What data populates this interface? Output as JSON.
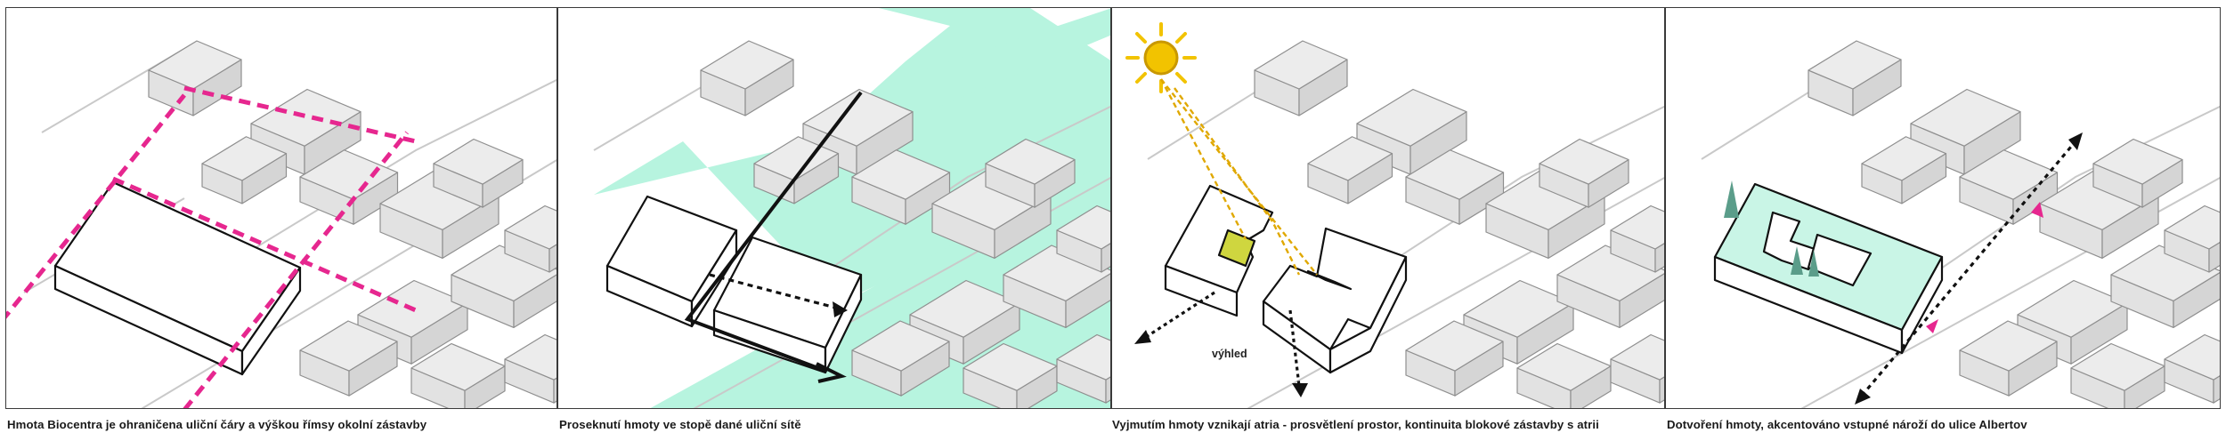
{
  "colors": {
    "context_fill": "#ececec",
    "context_stroke": "#8f8f8f",
    "street_line": "#c9c9c9",
    "green_zone": "#b7f4df",
    "magenta": "#e6278f",
    "atrium_yellow": "#cfd63f",
    "sun": "#f2c300",
    "ink": "#111111"
  },
  "panels": [
    {
      "caption": "Hmota Biocentra je ohraničena uliční čáry a výškou římsy okolní zástavby"
    },
    {
      "caption": "Proseknutí hmoty ve stopě dané uliční sítě"
    },
    {
      "caption": "Vyjmutím hmoty vznikají atria - prosvětlení prostor, kontinuita blokové zástavby s atrii",
      "callout": "výhled"
    },
    {
      "caption": "Dotvoření hmoty, akcentováno vstupné nároží do ulice Albertov"
    }
  ]
}
